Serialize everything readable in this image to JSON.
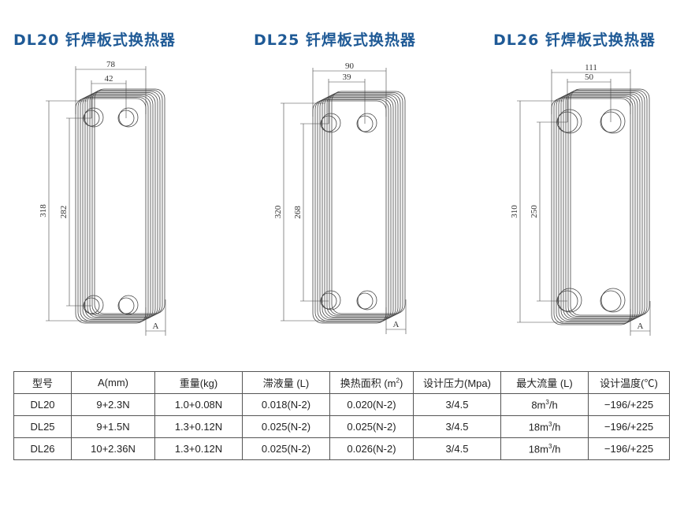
{
  "titles": [
    "DL20 钎焊板式换热器",
    "DL25 钎焊板式换热器",
    "DL26 钎焊板式换热器"
  ],
  "diagrams": [
    {
      "model": "DL20",
      "width": "78",
      "port_spacing": "42",
      "height": "318",
      "port_height": "282",
      "thickness": "A"
    },
    {
      "model": "DL25",
      "width": "90",
      "port_spacing": "39",
      "height": "320",
      "port_height": "268",
      "thickness": "A"
    },
    {
      "model": "DL26",
      "width": "111",
      "port_spacing": "50",
      "height": "310",
      "port_height": "250",
      "thickness": "A"
    }
  ],
  "table": {
    "headers": [
      "型号",
      "A(mm)",
      "重量(kg)",
      "滞液量 (L)",
      "换热面积 (m",
      "2",
      ")",
      "设计压力(Mpa)",
      "最大流量 (L)",
      "设计温度(℃)"
    ],
    "rows": [
      {
        "model": "DL20",
        "a": "9+2.3N",
        "weight": "1.0+0.08N",
        "holdup": "0.018(N-2)",
        "area": "0.020(N-2)",
        "pressure": "3/4.5",
        "flow_pre": "8m",
        "flow_sup": "3",
        "flow_post": "/h",
        "temp": "−196/+225"
      },
      {
        "model": "DL25",
        "a": "9+1.5N",
        "weight": "1.3+0.12N",
        "holdup": "0.025(N-2)",
        "area": "0.025(N-2)",
        "pressure": "3/4.5",
        "flow_pre": "18m",
        "flow_sup": "3",
        "flow_post": "/h",
        "temp": "−196/+225"
      },
      {
        "model": "DL26",
        "a": "10+2.36N",
        "weight": "1.3+0.12N",
        "holdup": "0.025(N-2)",
        "area": "0.026(N-2)",
        "pressure": "3/4.5",
        "flow_pre": "18m",
        "flow_sup": "3",
        "flow_post": "/h",
        "temp": "−196/+225"
      }
    ]
  }
}
